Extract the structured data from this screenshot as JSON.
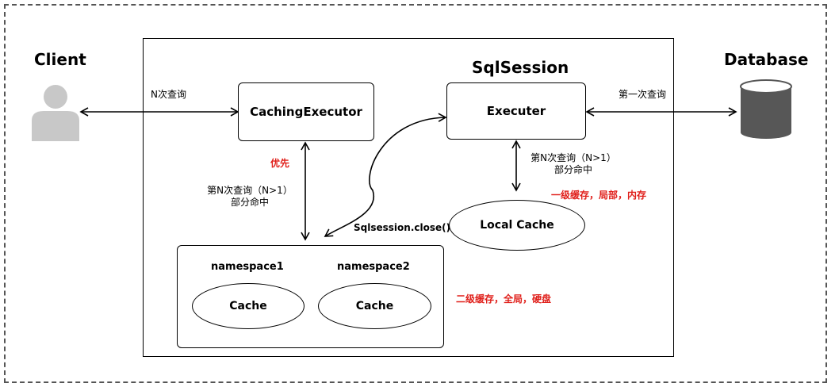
{
  "labels": {
    "client": "Client",
    "database": "Database",
    "sqlsession": "SqlSession",
    "caching_executor": "CachingExecutor",
    "executer": "Executer",
    "local_cache": "Local Cache",
    "namespace1": "namespace1",
    "namespace2": "namespace2",
    "cache1": "Cache",
    "cache2": "Cache",
    "n_queries": "N次查询",
    "first_query": "第一次查询",
    "priority": "优先",
    "nth_query_left_line1": "第N次查询（N>1）",
    "nth_query_left_line2": "部分命中",
    "nth_query_right_line1": "第N次查询（N>1）",
    "nth_query_right_line2": "部分命中",
    "session_close": "Sqlsession.close()",
    "level1_cache": "一级缓存，局部，内存",
    "level2_cache": "二级缓存，全局，硬盘"
  },
  "colors": {
    "highlight_red": "#e0201b",
    "icon_gray": "#c8c8c8",
    "db_dark": "#575757"
  },
  "icons": {
    "client": "user-icon",
    "database": "database-icon"
  }
}
